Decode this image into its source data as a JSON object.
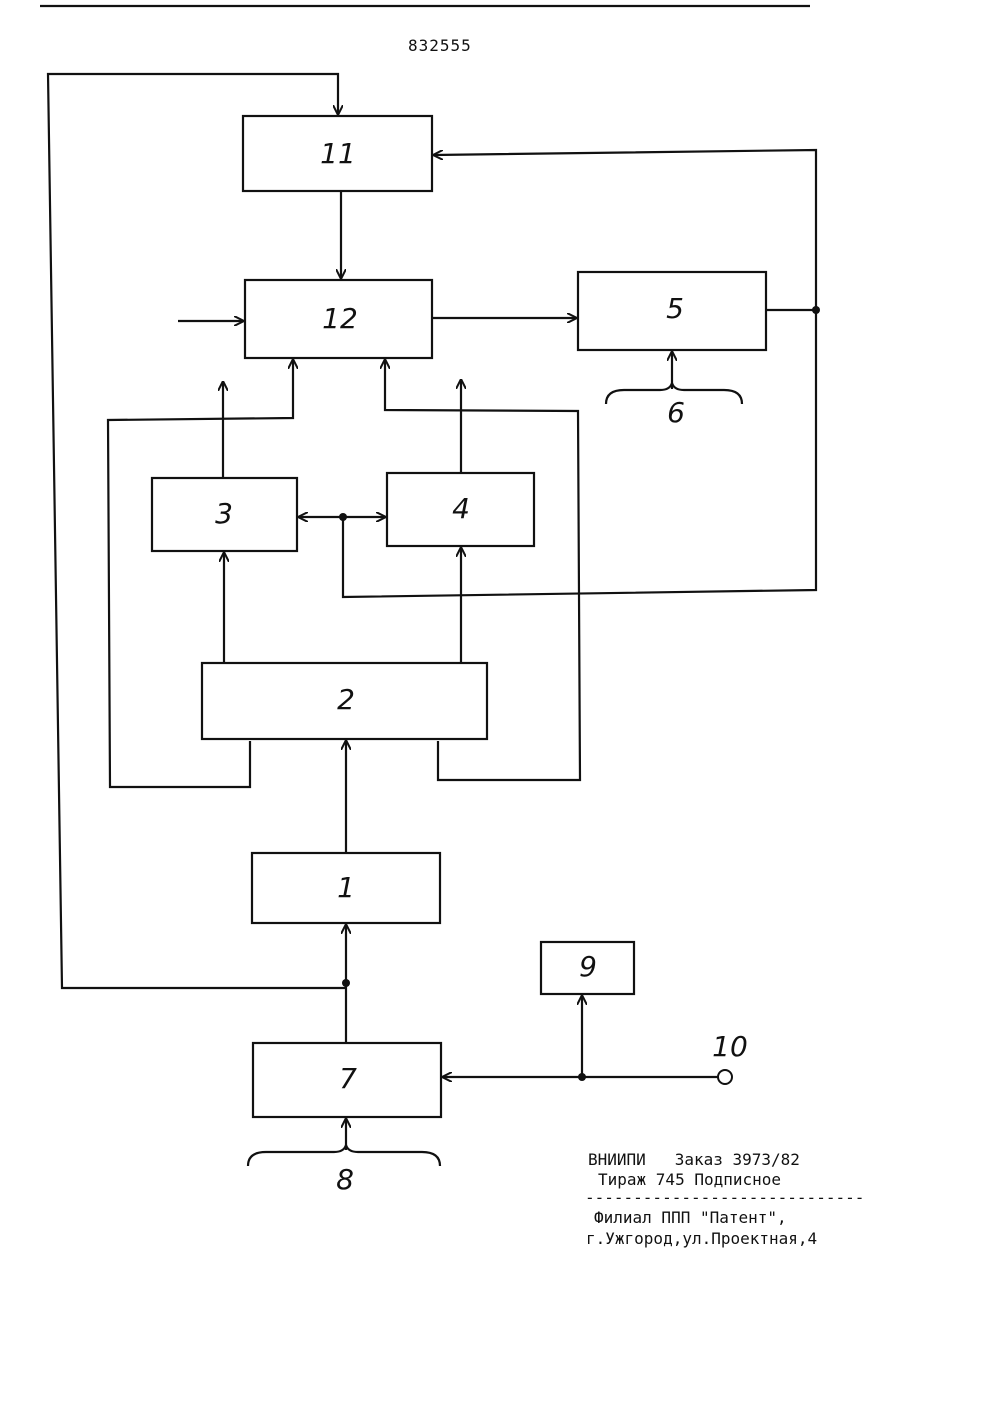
{
  "document": {
    "number": "832555"
  },
  "blocks": {
    "b1": "1",
    "b2": "2",
    "b3": "3",
    "b4": "4",
    "b5": "5",
    "b7": "7",
    "b9": "9",
    "b11": "11",
    "b12": "12"
  },
  "bus_labels": {
    "l6": "6",
    "l8": "8"
  },
  "terminal_label": "10",
  "imprint": {
    "line1": "ВНИИПИ   Заказ 3973/82",
    "line2": "Тираж 745 Подписное",
    "separator": "-----------------------------",
    "line3": "Филиал ППП \"Патент\",",
    "line4": "г.Ужгород,ул.Проектная,4"
  },
  "colors": {
    "ink": "#111111",
    "paper": "#ffffff"
  }
}
